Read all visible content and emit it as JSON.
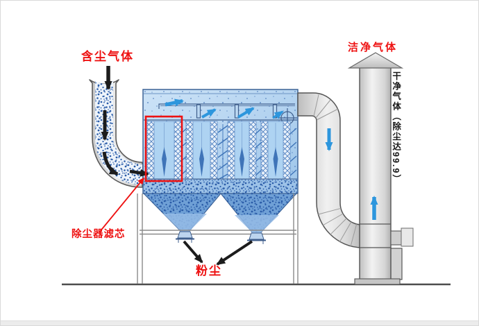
{
  "diagram": {
    "type": "industrial-dust-collector-schematic",
    "labels": {
      "dusty_gas": "含尘气体",
      "clean_gas": "洁净气体",
      "stack_note": "干净气体（除尘达99.9）",
      "filter_cartridge": "除尘器滤芯",
      "dust": "粉尘"
    },
    "colors": {
      "annotation_red": "#ee1111",
      "flow_arrow_blue": "#2d96dd",
      "black_arrow": "#1c1c1c",
      "body_light_blue": "#aed3f2",
      "dust_speckle_blue": "#2a5ca8",
      "duct_gray": "#d9d9d9"
    }
  }
}
